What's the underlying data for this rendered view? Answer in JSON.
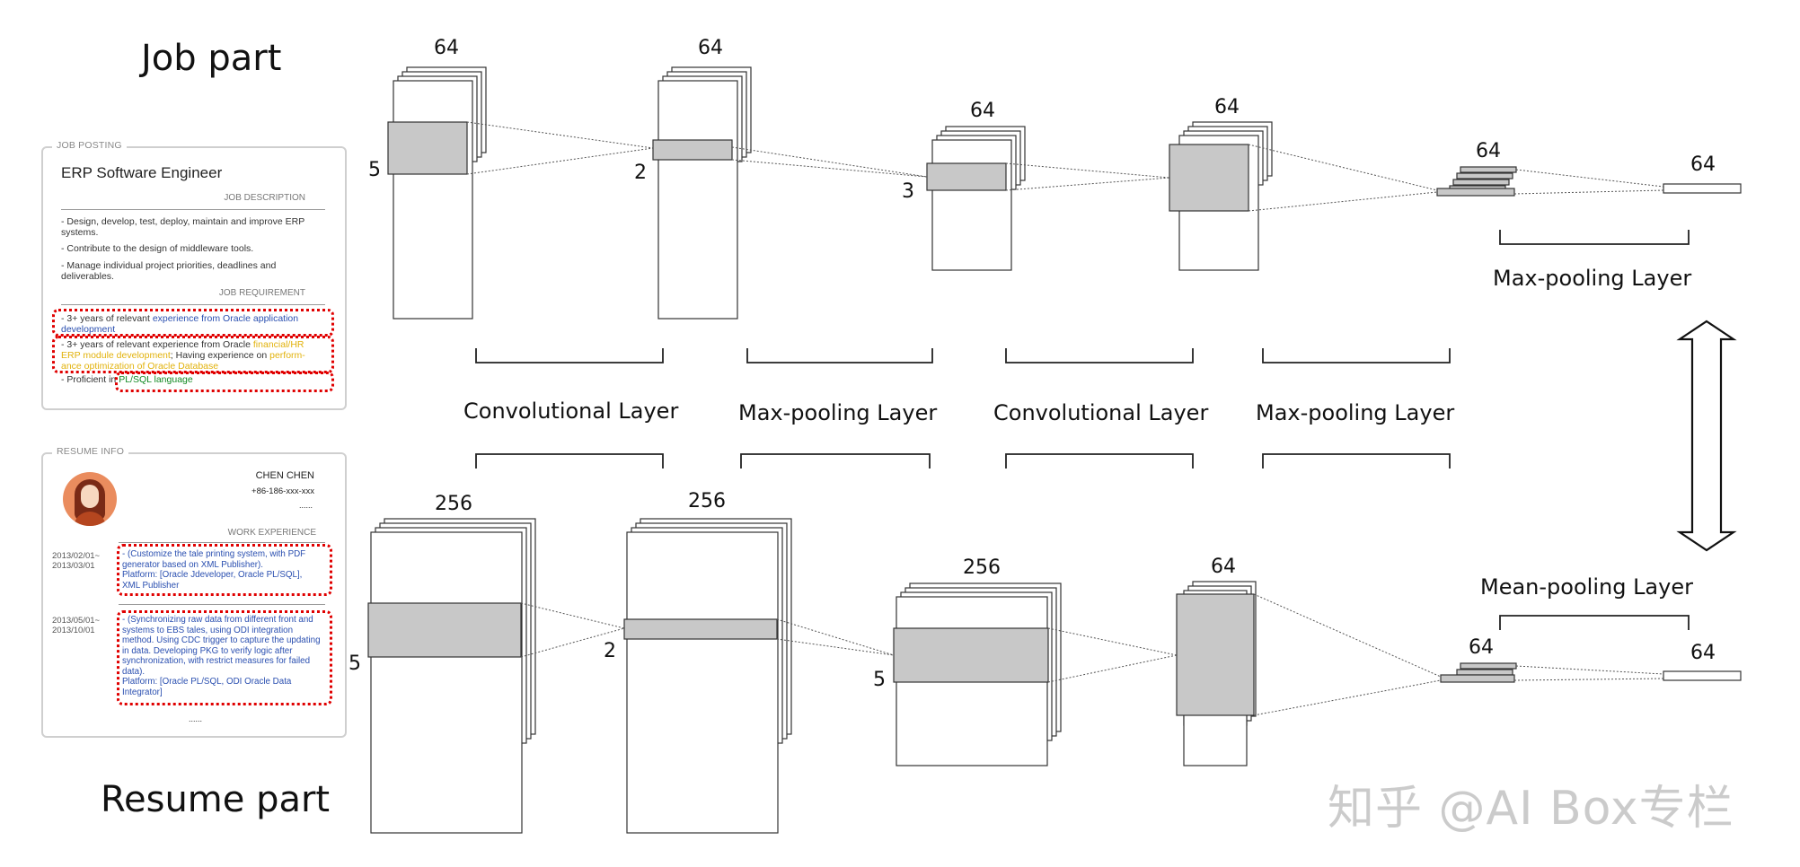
{
  "titles": {
    "job": "Job part",
    "resume": "Resume part"
  },
  "job_card": {
    "legend": "JOB POSTING",
    "title": "ERP Software Engineer",
    "desc_head": "JOB DESCRIPTION",
    "desc": [
      "- Design, develop, test, deploy, maintain and improve ERP systems.",
      "- Contribute to the design of middleware tools.",
      "- Manage individual project priorities, deadlines and deliverables."
    ],
    "req_head": "JOB REQUIREMENT",
    "req1_a": "- 3+ years of relevant ",
    "req1_b": "experience from Oracle application development",
    "req2_a": "- 3+ years of relevant experience from Oracle ",
    "req2_b": "financial/HR ERP module development",
    "req2_c": "; Having experience on ",
    "req2_d": "perform-ance optimization of Oracle Database",
    "req3_a": "- Proficient in ",
    "req3_b": "PL/SQL language"
  },
  "resume_card": {
    "legend": "RESUME INFO",
    "name": "CHEN CHEN",
    "phone": "+86-186-xxx-xxx",
    "more": "......",
    "work_head": "WORK EXPERIENCE",
    "date1": "2013/02/01~\n2013/03/01",
    "exp1_a": "- (Customize the tale printing system, with PDF generator based on XML Publisher).",
    "exp1_b": "Platform: [Oracle Jdeveloper, Oracle PL/SQL], XML Publisher",
    "date2": "2013/05/01~\n2013/10/01",
    "exp2_a": "- (Synchronizing raw data from different front and systems to EBS tales, using ODI integration method. Using CDC trigger to capture the updating in data. Developing PKG to verify logic after synchronization, with restrict measures for failed data).",
    "exp2_b": "Platform: [Oracle PL/SQL, ODI Oracle Data Integrator]",
    "end": "......"
  },
  "job_network": {
    "depth_labels": [
      "64",
      "64",
      "64",
      "64",
      "64",
      "64"
    ],
    "kernel_labels": [
      "5",
      "2",
      "3"
    ],
    "layer_labels": [
      "Convolutional Layer",
      "Max-pooling Layer",
      "Convolutional Layer",
      "Max-pooling Layer"
    ],
    "final_label": "Max-pooling Layer"
  },
  "resume_network": {
    "depth_labels": [
      "256",
      "256",
      "256",
      "64",
      "64",
      "64"
    ],
    "kernel_labels": [
      "5",
      "2",
      "5"
    ],
    "final_label": "Mean-pooling Layer"
  },
  "watermark": "知乎 @AI Box专栏"
}
